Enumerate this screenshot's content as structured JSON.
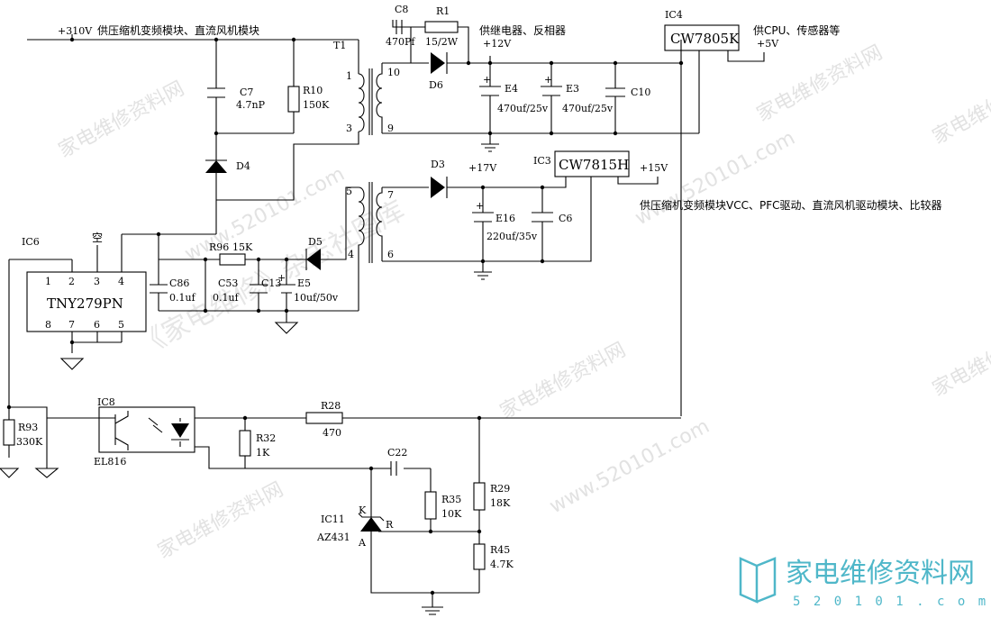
{
  "labels": {
    "v310": "+310V",
    "v310_desc": "供压缩机变频模块、直流风机模块",
    "c8": "C8",
    "c8_val": "470Pf",
    "r1": "R1",
    "r1_val": "15/2W",
    "relay_desc": "供继电器、反相器",
    "v12": "+12V",
    "ic4": "IC4",
    "cw7805": "CW7805K",
    "cpu_desc": "供CPU、传感器等",
    "v5": "+5V",
    "t1": "T1",
    "p1": "1",
    "p3": "3",
    "p10": "10",
    "p9": "9",
    "p5": "5",
    "p7": "7",
    "p4": "4",
    "p6": "6",
    "c7": "C7",
    "c7_val": "4.7nP",
    "r10": "R10",
    "r10_val": "150K",
    "d6": "D6",
    "e4": "E4",
    "e4_val": "470uf/25v",
    "e3": "E3",
    "e3_val": "470uf/25v",
    "c10": "C10",
    "d4": "D4",
    "ic3": "IC3",
    "cw7815": "CW7815H",
    "v15": "+15V",
    "d3": "D3",
    "v17": "+17V",
    "vcc_desc": "供压缩机变频模块VCC、PFC驱动、直流风机驱动模块、比较器",
    "e16": "E16",
    "e16_val": "220uf/35v",
    "c6": "C6",
    "ic6": "IC6",
    "kong": "空",
    "pin1": "1",
    "pin2": "2",
    "pin3": "3",
    "pin4": "4",
    "pin8": "8",
    "pin7": "7",
    "pin6": "6",
    "pin5": "5",
    "tny": "TNY279PN",
    "r96": "R96",
    "r96_val": "15K",
    "d5": "D5",
    "c86": "C86",
    "c86_val": "0.1uf",
    "c53": "C53",
    "c53_val": "0.1uf",
    "c13": "C13",
    "e5": "E5",
    "e5_val": "10uf/50v",
    "ic8": "IC8",
    "el816": "EL816",
    "r28": "R28",
    "r28_val": "470",
    "r93": "R93",
    "r93_val": "330K",
    "r32": "R32",
    "r32_val": "1K",
    "c22": "C22",
    "r35": "R35",
    "r35_val": "10K",
    "r29": "R29",
    "r29_val": "18K",
    "ic11": "IC11",
    "az431": "AZ431",
    "k": "K",
    "r": "R",
    "a": "A",
    "r45": "R45",
    "r45_val": "4.7K"
  },
  "watermarks": {
    "site1": "家电维修资料网",
    "site2": "www.520101.com",
    "book": "《家电维修》杂志社图库"
  },
  "logo": {
    "title": "家电维修资料网",
    "url": "5 2 0 1 0 1 . c o m",
    "color": "#4fb7c9"
  }
}
